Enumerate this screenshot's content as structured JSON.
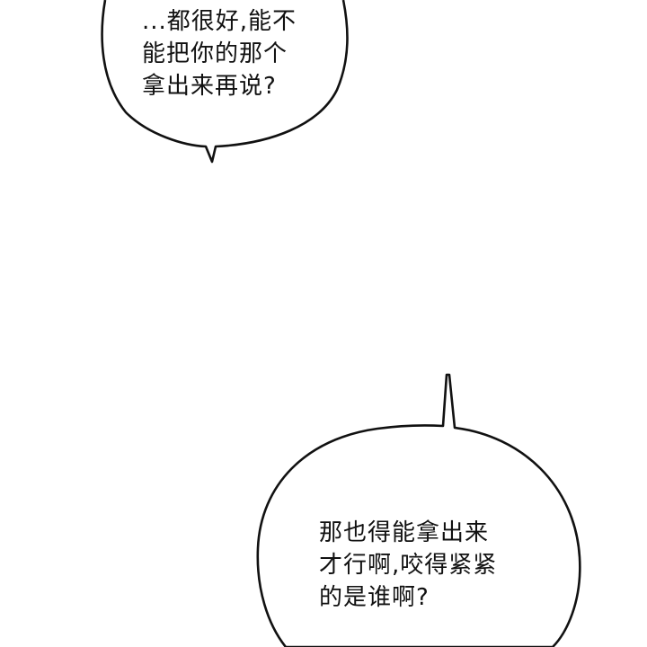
{
  "panel": {
    "background": "#ffffff",
    "stroke_color": "#111111"
  },
  "bubbles": [
    {
      "id": "top",
      "lines": [
        "...都很好,能不",
        "能把你的那个",
        "拿出来再说?"
      ],
      "tail": "bottom"
    },
    {
      "id": "bottom",
      "lines": [
        "那也得能拿出来",
        "才行啊,咬得紧紧",
        "的是谁啊?"
      ],
      "tail": "top"
    }
  ]
}
